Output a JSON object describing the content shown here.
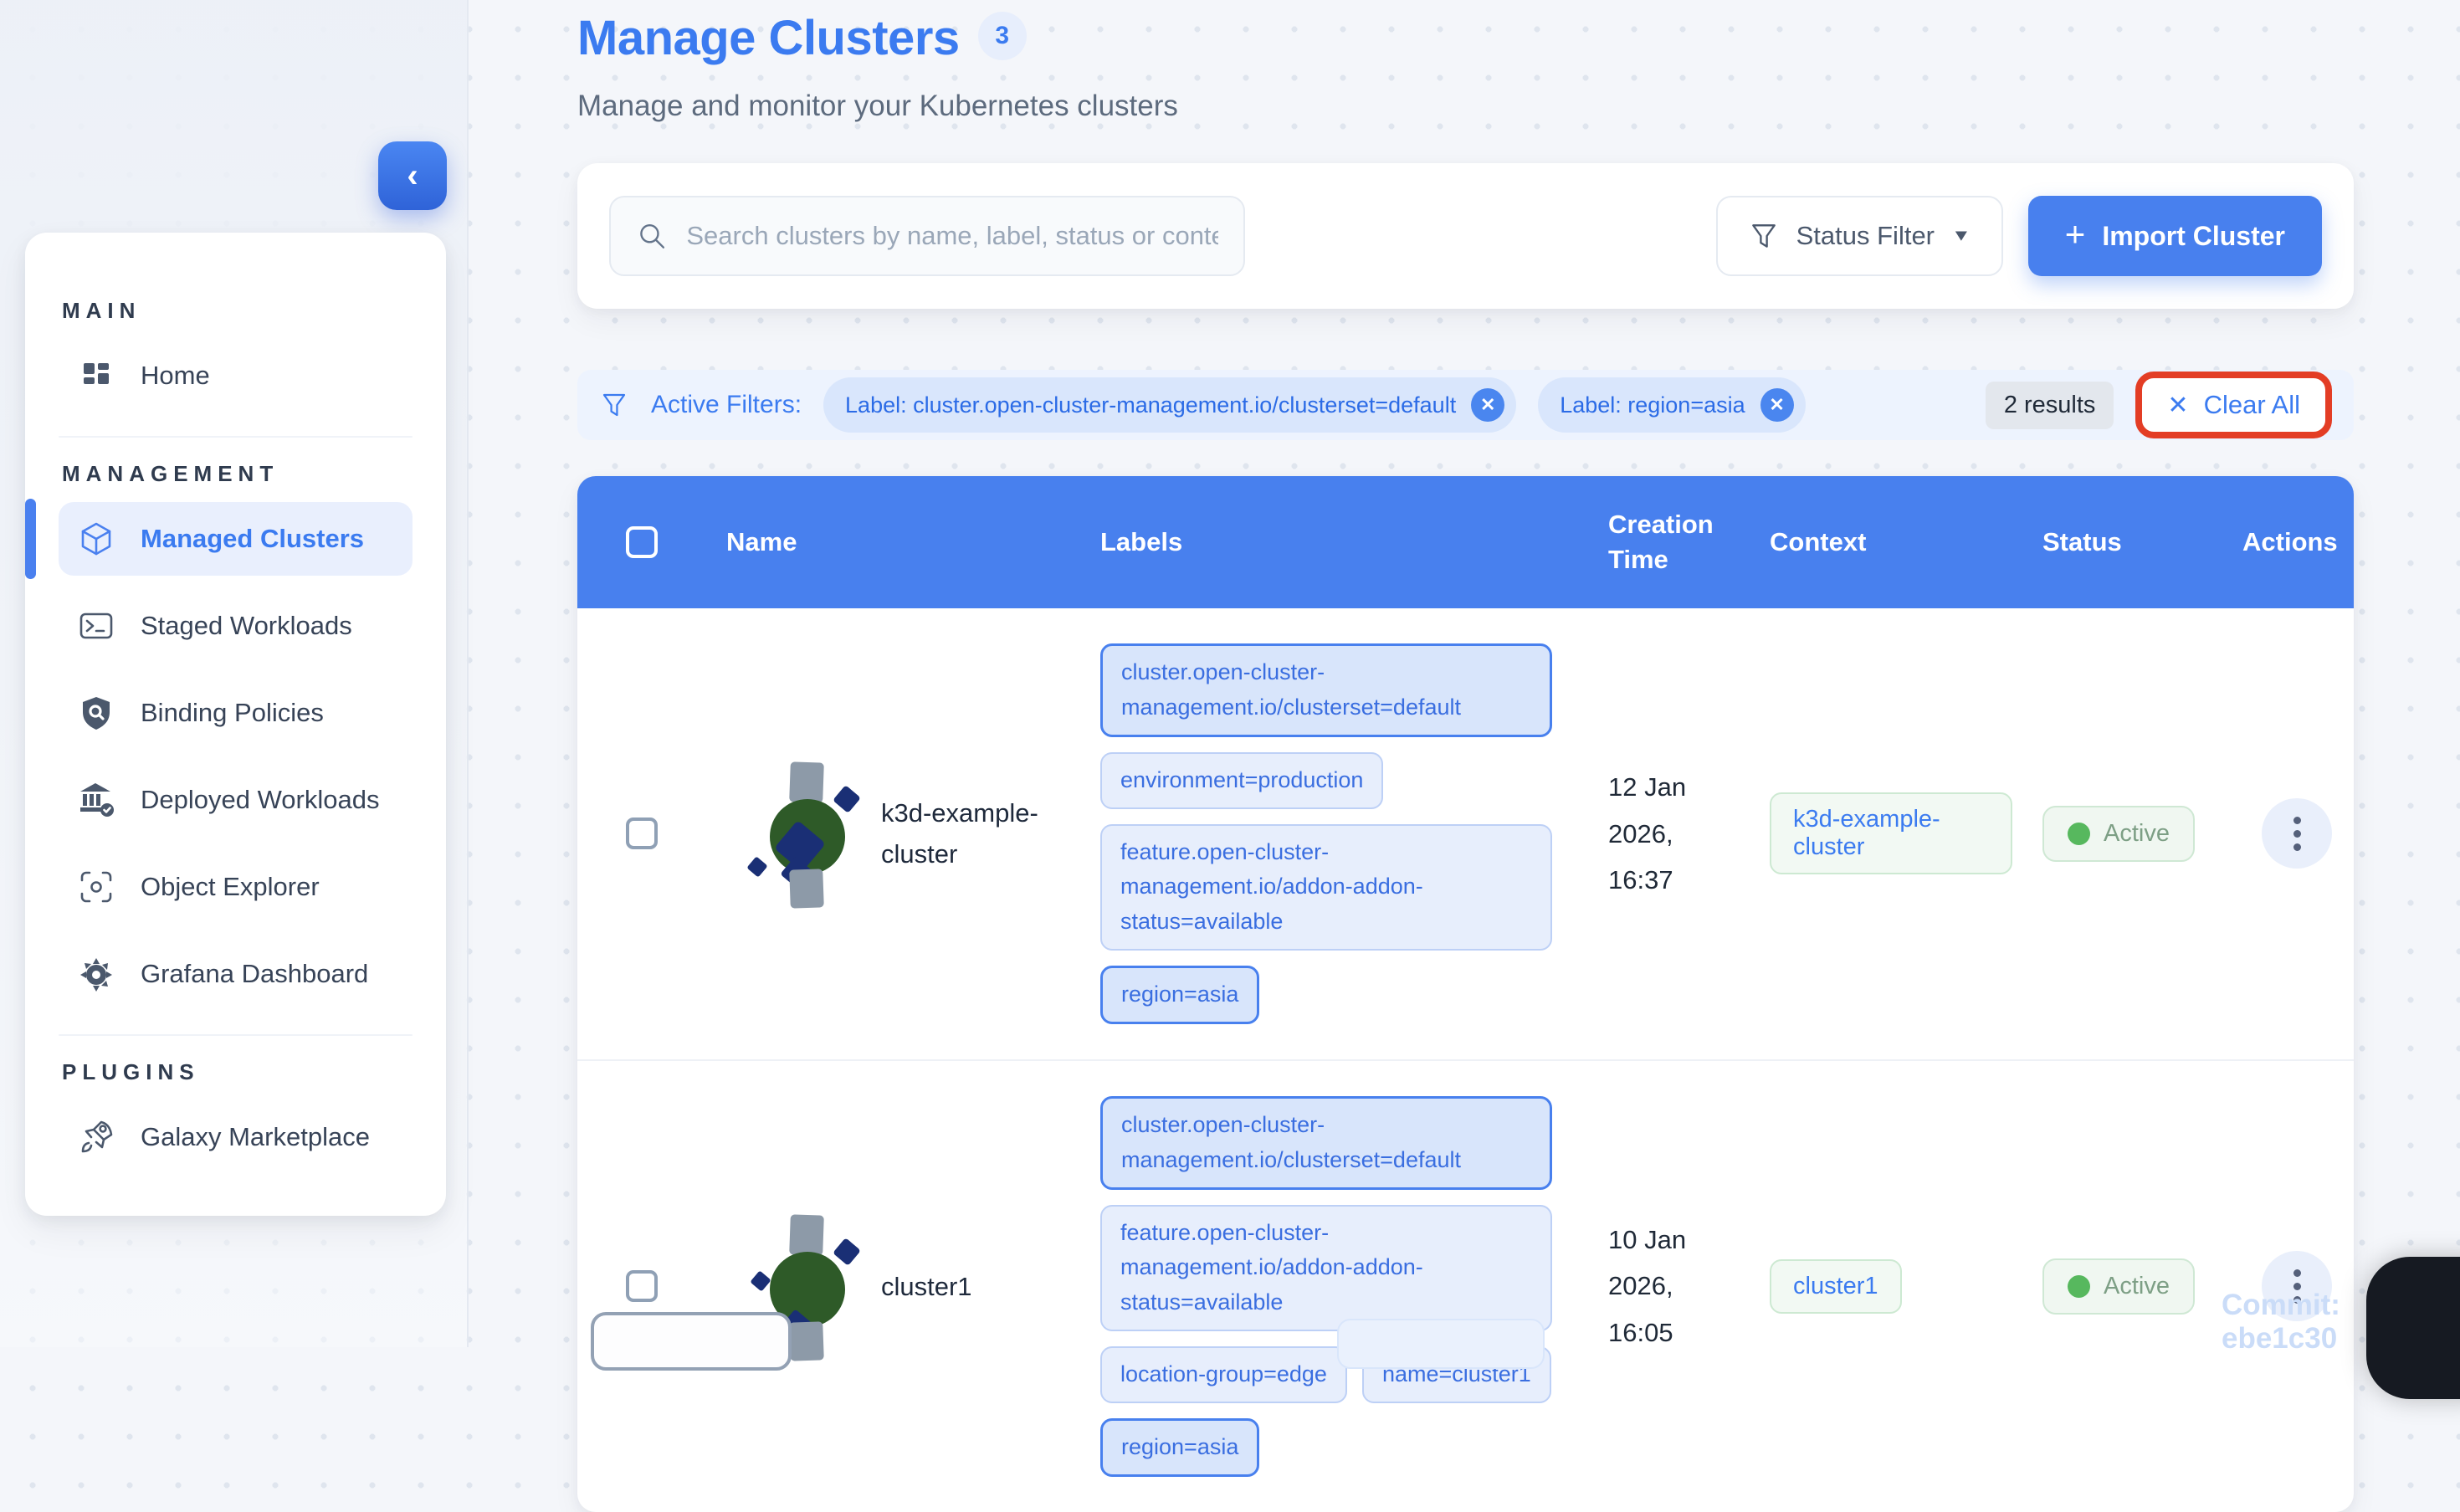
{
  "page": {
    "title": "Manage Clusters",
    "title_badge": "3",
    "subtitle": "Manage and monitor your Kubernetes clusters",
    "commit": "Commit: ebe1c30"
  },
  "colors": {
    "accent": "#4880ee",
    "title_blue": "#3b7bf0",
    "status_active_dot": "#57b85e",
    "annotation_red": "#e33d25"
  },
  "sidebar": {
    "collapse_icon": "chevron-left",
    "sections": [
      {
        "label": "MAIN",
        "items": [
          {
            "label": "Home",
            "icon": "home-grid-icon"
          }
        ]
      },
      {
        "label": "MANAGEMENT",
        "items": [
          {
            "label": "Managed Clusters",
            "icon": "cube-icon"
          },
          {
            "label": "Staged Workloads",
            "icon": "terminal-icon"
          },
          {
            "label": "Binding Policies",
            "icon": "shield-search-icon"
          },
          {
            "label": "Deployed Workloads",
            "icon": "bank-check-icon"
          },
          {
            "label": "Object Explorer",
            "icon": "scan-focus-icon"
          },
          {
            "label": "Grafana Dashboard",
            "icon": "grafana-gear-icon"
          }
        ]
      },
      {
        "label": "PLUGINS",
        "items": [
          {
            "label": "Galaxy Marketplace",
            "icon": "rocket-icon"
          }
        ]
      }
    ]
  },
  "toolbar": {
    "search_placeholder": "Search clusters by name, label, status or context",
    "status_filter_label": "Status Filter",
    "import_button_label": "Import Cluster"
  },
  "filters": {
    "label": "Active Filters:",
    "chips": [
      "Label: cluster.open-cluster-management.io/clusterset=default",
      "Label: region=asia"
    ],
    "results_text": "2 results",
    "clear_all_label": "Clear All",
    "clear_all_x": "✕",
    "chip_x": "✕"
  },
  "table": {
    "columns": [
      "Name",
      "Labels",
      "Creation Time",
      "Context",
      "Status",
      "Actions"
    ],
    "rows": [
      {
        "name": "k3d-example-cluster",
        "labels": [
          {
            "text": "cluster.open-cluster-management.io/clusterset=default",
            "highlighted": true
          },
          {
            "text": "environment=production",
            "highlighted": false
          },
          {
            "text": "feature.open-cluster-management.io/addon-addon-status=available",
            "highlighted": false
          },
          {
            "text": "region=asia",
            "highlighted": true
          }
        ],
        "creation_time": "12 Jan 2026, 16:37",
        "context": "k3d-example-cluster",
        "status": "Active"
      },
      {
        "name": "cluster1",
        "labels": [
          {
            "text": "cluster.open-cluster-management.io/clusterset=default",
            "highlighted": true
          },
          {
            "text": "feature.open-cluster-management.io/addon-addon-status=available",
            "highlighted": false
          },
          {
            "text": "location-group=edge",
            "highlighted": false
          },
          {
            "text": "name=cluster1",
            "highlighted": false
          },
          {
            "text": "region=asia",
            "highlighted": true
          }
        ],
        "creation_time": "10 Jan 2026, 16:05",
        "context": "cluster1",
        "status": "Active"
      }
    ]
  }
}
